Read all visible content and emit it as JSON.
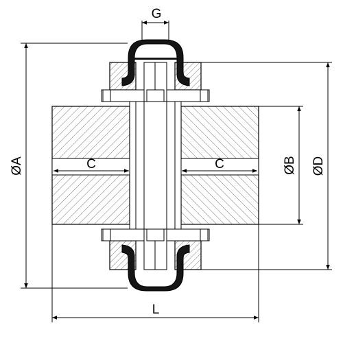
{
  "diagram": {
    "labels": {
      "G": "G",
      "C_left": "C",
      "C_right": "C",
      "A": "ØA",
      "B": "ØB",
      "D": "ØD",
      "L": "L"
    },
    "colors": {
      "line": "#000000",
      "hatch": "#555555",
      "sleeve": "#151515",
      "background": "#ffffff"
    }
  }
}
